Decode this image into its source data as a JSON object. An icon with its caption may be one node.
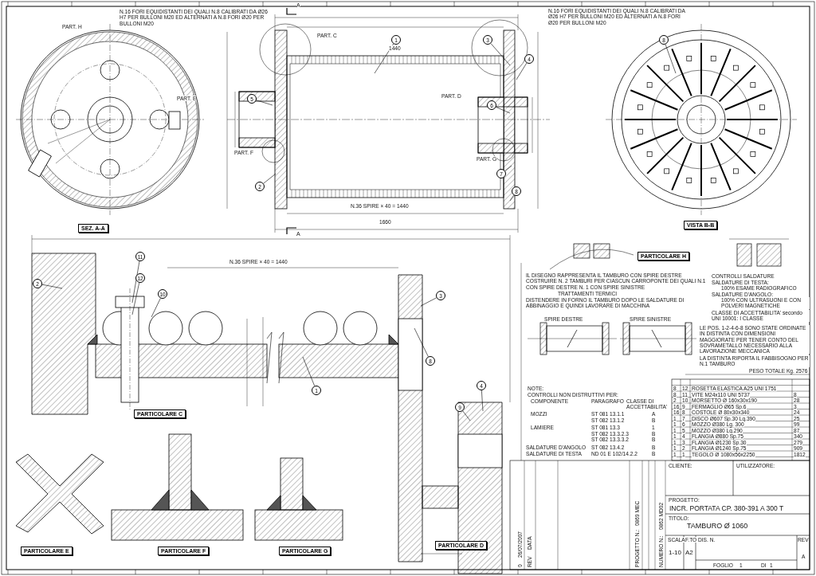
{
  "diagram": {
    "nodes": [
      {
        "text": [
          "SEZ. A-A"
        ]
      },
      {
        "text": [
          "VISTA B-B"
        ]
      },
      {
        "text": [
          "PARTICOLARE C"
        ]
      },
      {
        "text": [
          "PARTICOLARE H"
        ]
      },
      {
        "text": [
          "PARTICOLARE E"
        ]
      },
      {
        "text": [
          "PARTICOLARE F"
        ]
      },
      {
        "text": [
          "PARTICOLARE G"
        ]
      },
      {
        "text": [
          "PARTICOLARE D"
        ]
      },
      {
        "text": [
          "1"
        ]
      },
      {
        "text": [
          "3"
        ]
      },
      {
        "text": [
          "4"
        ]
      },
      {
        "text": [
          "5"
        ]
      },
      {
        "text": [
          "6"
        ]
      },
      {
        "text": [
          "2"
        ]
      },
      {
        "text": [
          "7"
        ]
      },
      {
        "text": [
          "8"
        ]
      },
      {
        "text": [
          "8"
        ]
      },
      {
        "text": [
          "11"
        ]
      },
      {
        "text": [
          "12"
        ]
      },
      {
        "text": [
          "10"
        ]
      },
      {
        "text": [
          "2"
        ]
      },
      {
        "text": [
          "1"
        ]
      },
      {
        "text": [
          "3"
        ]
      },
      {
        "text": [
          "8"
        ]
      },
      {
        "text": [
          "9"
        ]
      },
      {
        "text": [
          "4"
        ]
      }
    ],
    "edges": [
      {
        "from": 8,
        "to": null,
        "arrow": "none"
      },
      {
        "from": 9,
        "to": null,
        "arrow": "none"
      },
      {
        "from": 10,
        "to": null,
        "arrow": "none"
      },
      {
        "from": 11,
        "to": null,
        "arrow": "none"
      },
      {
        "from": 12,
        "to": null,
        "arrow": "none"
      },
      {
        "from": 13,
        "to": null,
        "arrow": "none"
      },
      {
        "from": 14,
        "to": null,
        "arrow": "none"
      },
      {
        "from": 15,
        "to": null,
        "arrow": "none"
      },
      {
        "from": 16,
        "to": null,
        "arrow": "none"
      },
      {
        "from": 17,
        "to": null,
        "arrow": "none"
      },
      {
        "from": 18,
        "to": null,
        "arrow": "none"
      },
      {
        "from": 19,
        "to": null,
        "arrow": "none"
      },
      {
        "from": 20,
        "to": null,
        "arrow": "none"
      },
      {
        "from": 21,
        "to": null,
        "arrow": "none"
      },
      {
        "from": 22,
        "to": null,
        "arrow": "none"
      },
      {
        "from": 23,
        "to": null,
        "arrow": "none"
      },
      {
        "from": 24,
        "to": null,
        "arrow": "none"
      },
      {
        "from": 25,
        "to": null,
        "arrow": "none"
      }
    ],
    "labels": [
      "N.16 FORI EQUIDISTANTI DEI QUALI N.8 CALIBRATI DA Ø26 H7 PER BULLONI M20 ED ALTERNATI A N.8 FORI Ø20 PER BULLONI M20",
      "N.16 FORI EQUIDISTANTI DEI QUALI N.8 CALIBRATI DA Ø26 H7 PER BULLONI M20 ED ALTERNATI A N.8 FORI Ø20 PER BULLONI M20",
      "PART. H",
      "PART. E",
      "PART. C",
      "PART. D",
      "PART. F",
      "PART. G",
      "1440",
      "N.36 SPIRE × 40 = 1440",
      "1660",
      "A",
      "A",
      "N.36 SPIRE × 40 = 1440",
      "IL DISEGNO RAPPRESENTA IL TAMBURO CON SPIRE DESTRE COSTRUIRE N. 2 TAMBURI PER CIASCUN CARROPONTE DEI QUALI N.1 CON SPIRE DESTRE N. 1 CON SPIRE SINISTRE",
      "TRATTAMENTI TERMICI",
      "DISTENDERE IN FORNO IL TAMBURO DOPO LE SALDATURE DI ABBINAGGIO E QUINDI LAVORARE DI MACCHINA",
      "CONTROLLI SALDATURE",
      "SALDATURE DI TESTA:",
      "100% ESAME RADIOGRAFICO",
      "SALDATURE D'ANGOLO:",
      "100% CON ULTRASUONI E CON POLVERI MAGNETICHE",
      "CLASSE DI ACCETTABILITA' secondo UNI 10001: I CLASSE",
      "SPIRE DESTRE",
      "SPIRE SINISTRE",
      "LE POS. 1-2-4-6-8 SONO STATE ORDINATE IN DISTINTA CON DIMENSIONI MAGGIORATE PER TENER CONTO DEL SOVRAMETALLO NECESSARIO ALLA LAVORAZIONE MECCANICA",
      "LA DISTINTA RIPORTA IL FABBISOGNO PER N.1 TAMBURO",
      "PESO TOTALE Kg. 2576",
      "NOTE:",
      "CONTROLLI NON DISTRUTTIVI PER:",
      "COMPONENTE",
      "PARAGRAFO",
      "CLASSE DI ACCETTABILITA'",
      "MOZZI",
      "ST 081 13.1.1",
      "A",
      "ST 082 13.1.2",
      "B",
      "LAMIERE",
      "ST 081 13.3",
      "1",
      "ST 082 13.3.2.3",
      "B",
      "ST 082 13.3.3.2",
      "B",
      "SALDATURE D'ANGOLO",
      "ST 082 13.4.2",
      "B",
      "SALDATURE DI TESTA",
      "ND 01 E 102/14.2.2",
      "B",
      "8",
      "12",
      "ROSETTA ELASTICA A25 UNI 1751",
      "8",
      "11",
      "VITE M24x110 UNI 5737",
      "8",
      "2",
      "10",
      "MORSETTO Ø 160x30x190",
      "28",
      "16",
      "9",
      "FERMAGLIO Ø65 Sp.6",
      "3",
      "16",
      "8",
      "COSTOLE Ø 80x30x340",
      "24",
      "1",
      "7",
      "DISCO Ø607 Sp.30 Lg.390",
      "25",
      "1",
      "6",
      "MOZZO Ø380 Lg. 300",
      "99",
      "1",
      "5",
      "MOZZO Ø380 Lg.290",
      "87",
      "1",
      "4",
      "FLANGIA Ø880 Sp.75",
      "340",
      "1",
      "3",
      "FLANGIA Ø1230 Sp.30",
      "279",
      "1",
      "2",
      "FLANGIA Ø1240 Sp.75",
      "909",
      "1",
      "1",
      "TEGOLO Ø 1080x56x2250",
      "1812",
      "CLIENTE:",
      "UTILIZZATORE:",
      "PROGETTO:",
      "INCR. PORTATA CP. 380-391 A 300 T",
      "TITOLO:",
      "TAMBURO Ø 1060",
      "SCALA",
      "F.TO",
      "DIS. N.",
      "REV",
      "1-10",
      "A2",
      "FOGLIO",
      "1",
      "DI",
      "1",
      "A",
      "0",
      "26/07/2007",
      "REV",
      "DATA",
      "PROGETTO N.:",
      "0869 MEC",
      "NUMERO N.:",
      "0862 MD02"
    ]
  }
}
